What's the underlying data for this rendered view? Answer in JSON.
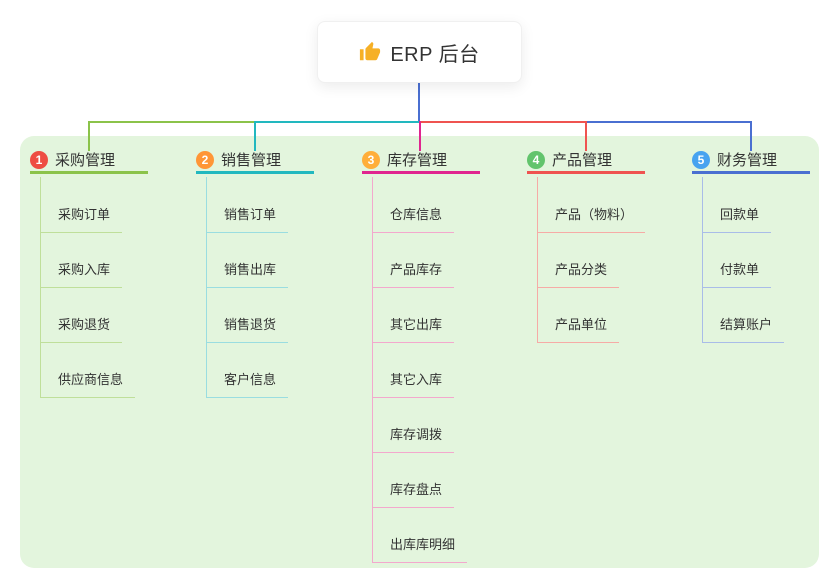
{
  "root": {
    "title": "ERP 后台",
    "icon": "thumbs-up"
  },
  "colors": {
    "panel_bg": "#e3f5dd",
    "root_connector": "#4a6fd1",
    "branch_line_colors": [
      "#8bc34a",
      "#22b8bf",
      "#e0258f",
      "#ef5350",
      "#4a6fd1"
    ],
    "branch_light_colors": [
      "#bfdf9a",
      "#9adde0",
      "#f3a8cd",
      "#f6aba6",
      "#a9bce8"
    ],
    "badge_colors": [
      "#ee4d43",
      "#ff9636",
      "#ffae3a",
      "#62c46c",
      "#48a3f0"
    ],
    "root_icon_color": "#f6b026"
  },
  "branches": [
    {
      "number": "1",
      "title": "采购管理",
      "children": [
        "采购订单",
        "采购入库",
        "采购退货",
        "供应商信息"
      ]
    },
    {
      "number": "2",
      "title": "销售管理",
      "children": [
        "销售订单",
        "销售出库",
        "销售退货",
        "客户信息"
      ]
    },
    {
      "number": "3",
      "title": "库存管理",
      "children": [
        "仓库信息",
        "产品库存",
        "其它出库",
        "其它入库",
        "库存调拨",
        "库存盘点",
        "出库库明细"
      ]
    },
    {
      "number": "4",
      "title": "产品管理",
      "children": [
        "产品（物料）",
        "产品分类",
        "产品单位"
      ]
    },
    {
      "number": "5",
      "title": "财务管理",
      "children": [
        "回款单",
        "付款单",
        "结算账户"
      ]
    }
  ]
}
